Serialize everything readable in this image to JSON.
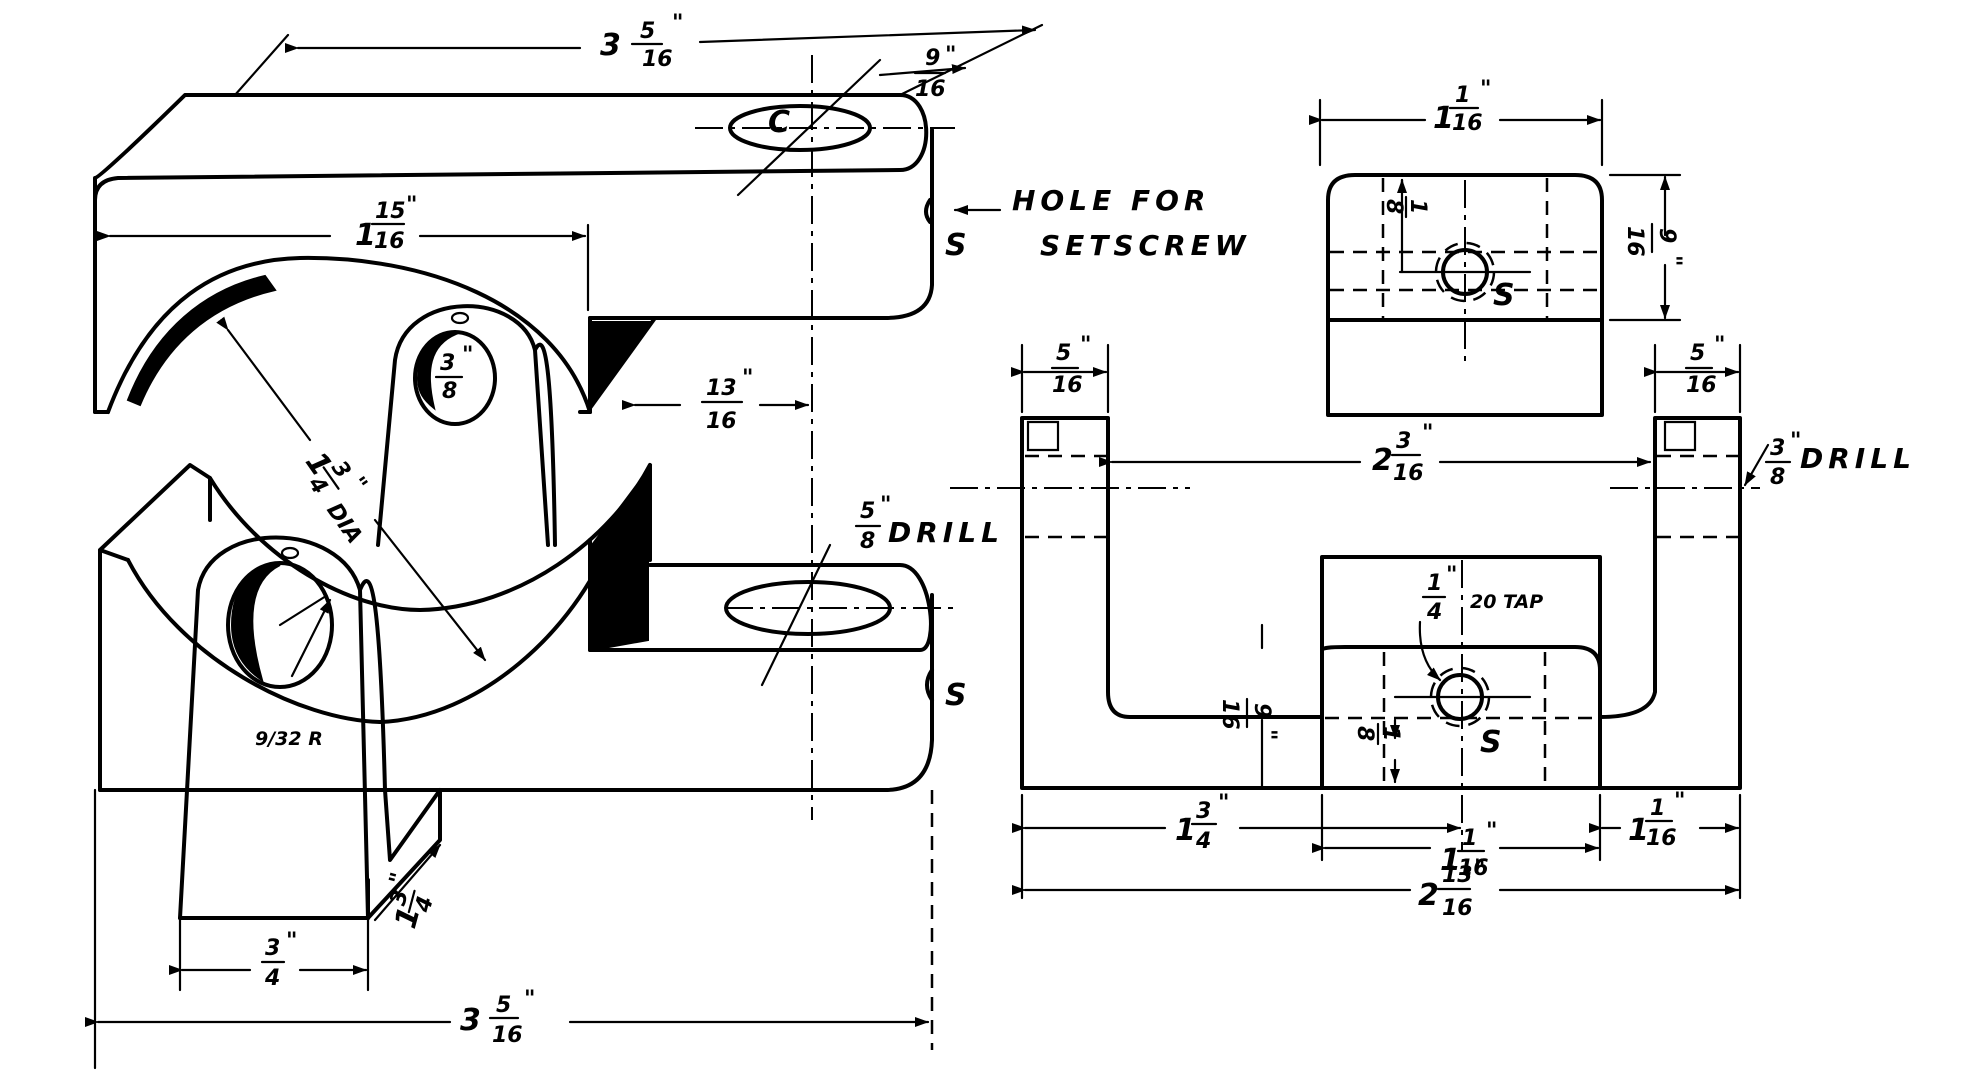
{
  "isometric": {
    "overall_length_top": {
      "whole": "3",
      "num": "5",
      "den": "16",
      "mark": "\""
    },
    "hole_offset": {
      "num": "9",
      "den": "16",
      "mark": "\""
    },
    "hole_label_c": "C",
    "left_length": {
      "whole": "1",
      "num": "15",
      "den": "16",
      "mark": "\""
    },
    "hole_for": "HOLE FOR",
    "setscrew": "SETSCREW",
    "s_top": "S",
    "s_bottom": "S",
    "pin_hole": {
      "num": "3",
      "den": "8",
      "mark": "\""
    },
    "arc_dia": {
      "whole": "1",
      "num": "3",
      "den": "4",
      "mark": "\"",
      "suffix": "DIA"
    },
    "slot_offset": {
      "num": "13",
      "den": "16",
      "mark": "\""
    },
    "drill": {
      "num": "5",
      "den": "8",
      "mark": "\"",
      "text": "DRILL"
    },
    "radius": "9/32 R",
    "base_width": {
      "num": "3",
      "den": "4",
      "mark": "\""
    },
    "base_depth": {
      "whole": "1",
      "num": "3",
      "den": "4",
      "mark": "\""
    },
    "overall_length_bottom": {
      "whole": "3",
      "num": "5",
      "den": "16",
      "mark": "\""
    }
  },
  "top_view": {
    "width": {
      "whole": "1",
      "num": "1",
      "den": "16",
      "mark": "\""
    },
    "height": {
      "num": "9",
      "den": "16",
      "mark": "\""
    },
    "offset": {
      "num": "1",
      "den": "8"
    },
    "s_label": "S"
  },
  "front_view": {
    "left_wall": {
      "num": "5",
      "den": "16",
      "mark": "\""
    },
    "right_wall": {
      "num": "5",
      "den": "16",
      "mark": "\""
    },
    "inner_span": {
      "whole": "2",
      "num": "3",
      "den": "16",
      "mark": "\""
    },
    "drill": {
      "num": "3",
      "den": "8",
      "mark": "\"",
      "text": "DRILL"
    },
    "tap": {
      "num": "1",
      "den": "4",
      "mark": "\"",
      "text": "20 TAP"
    },
    "floor_height": {
      "num": "9",
      "den": "16",
      "mark": "\""
    },
    "boss_offset": {
      "num": "1",
      "den": "8"
    },
    "s_label": "S",
    "left_dim": {
      "whole": "1",
      "num": "3",
      "den": "4",
      "mark": "\""
    },
    "boss_width": {
      "whole": "1",
      "num": "1",
      "den": "16",
      "mark": "\""
    },
    "right_dim": {
      "whole": "1",
      "num": "1",
      "den": "16",
      "mark": "\""
    },
    "overall": {
      "whole": "2",
      "num": "13",
      "den": "16",
      "mark": "\""
    }
  }
}
